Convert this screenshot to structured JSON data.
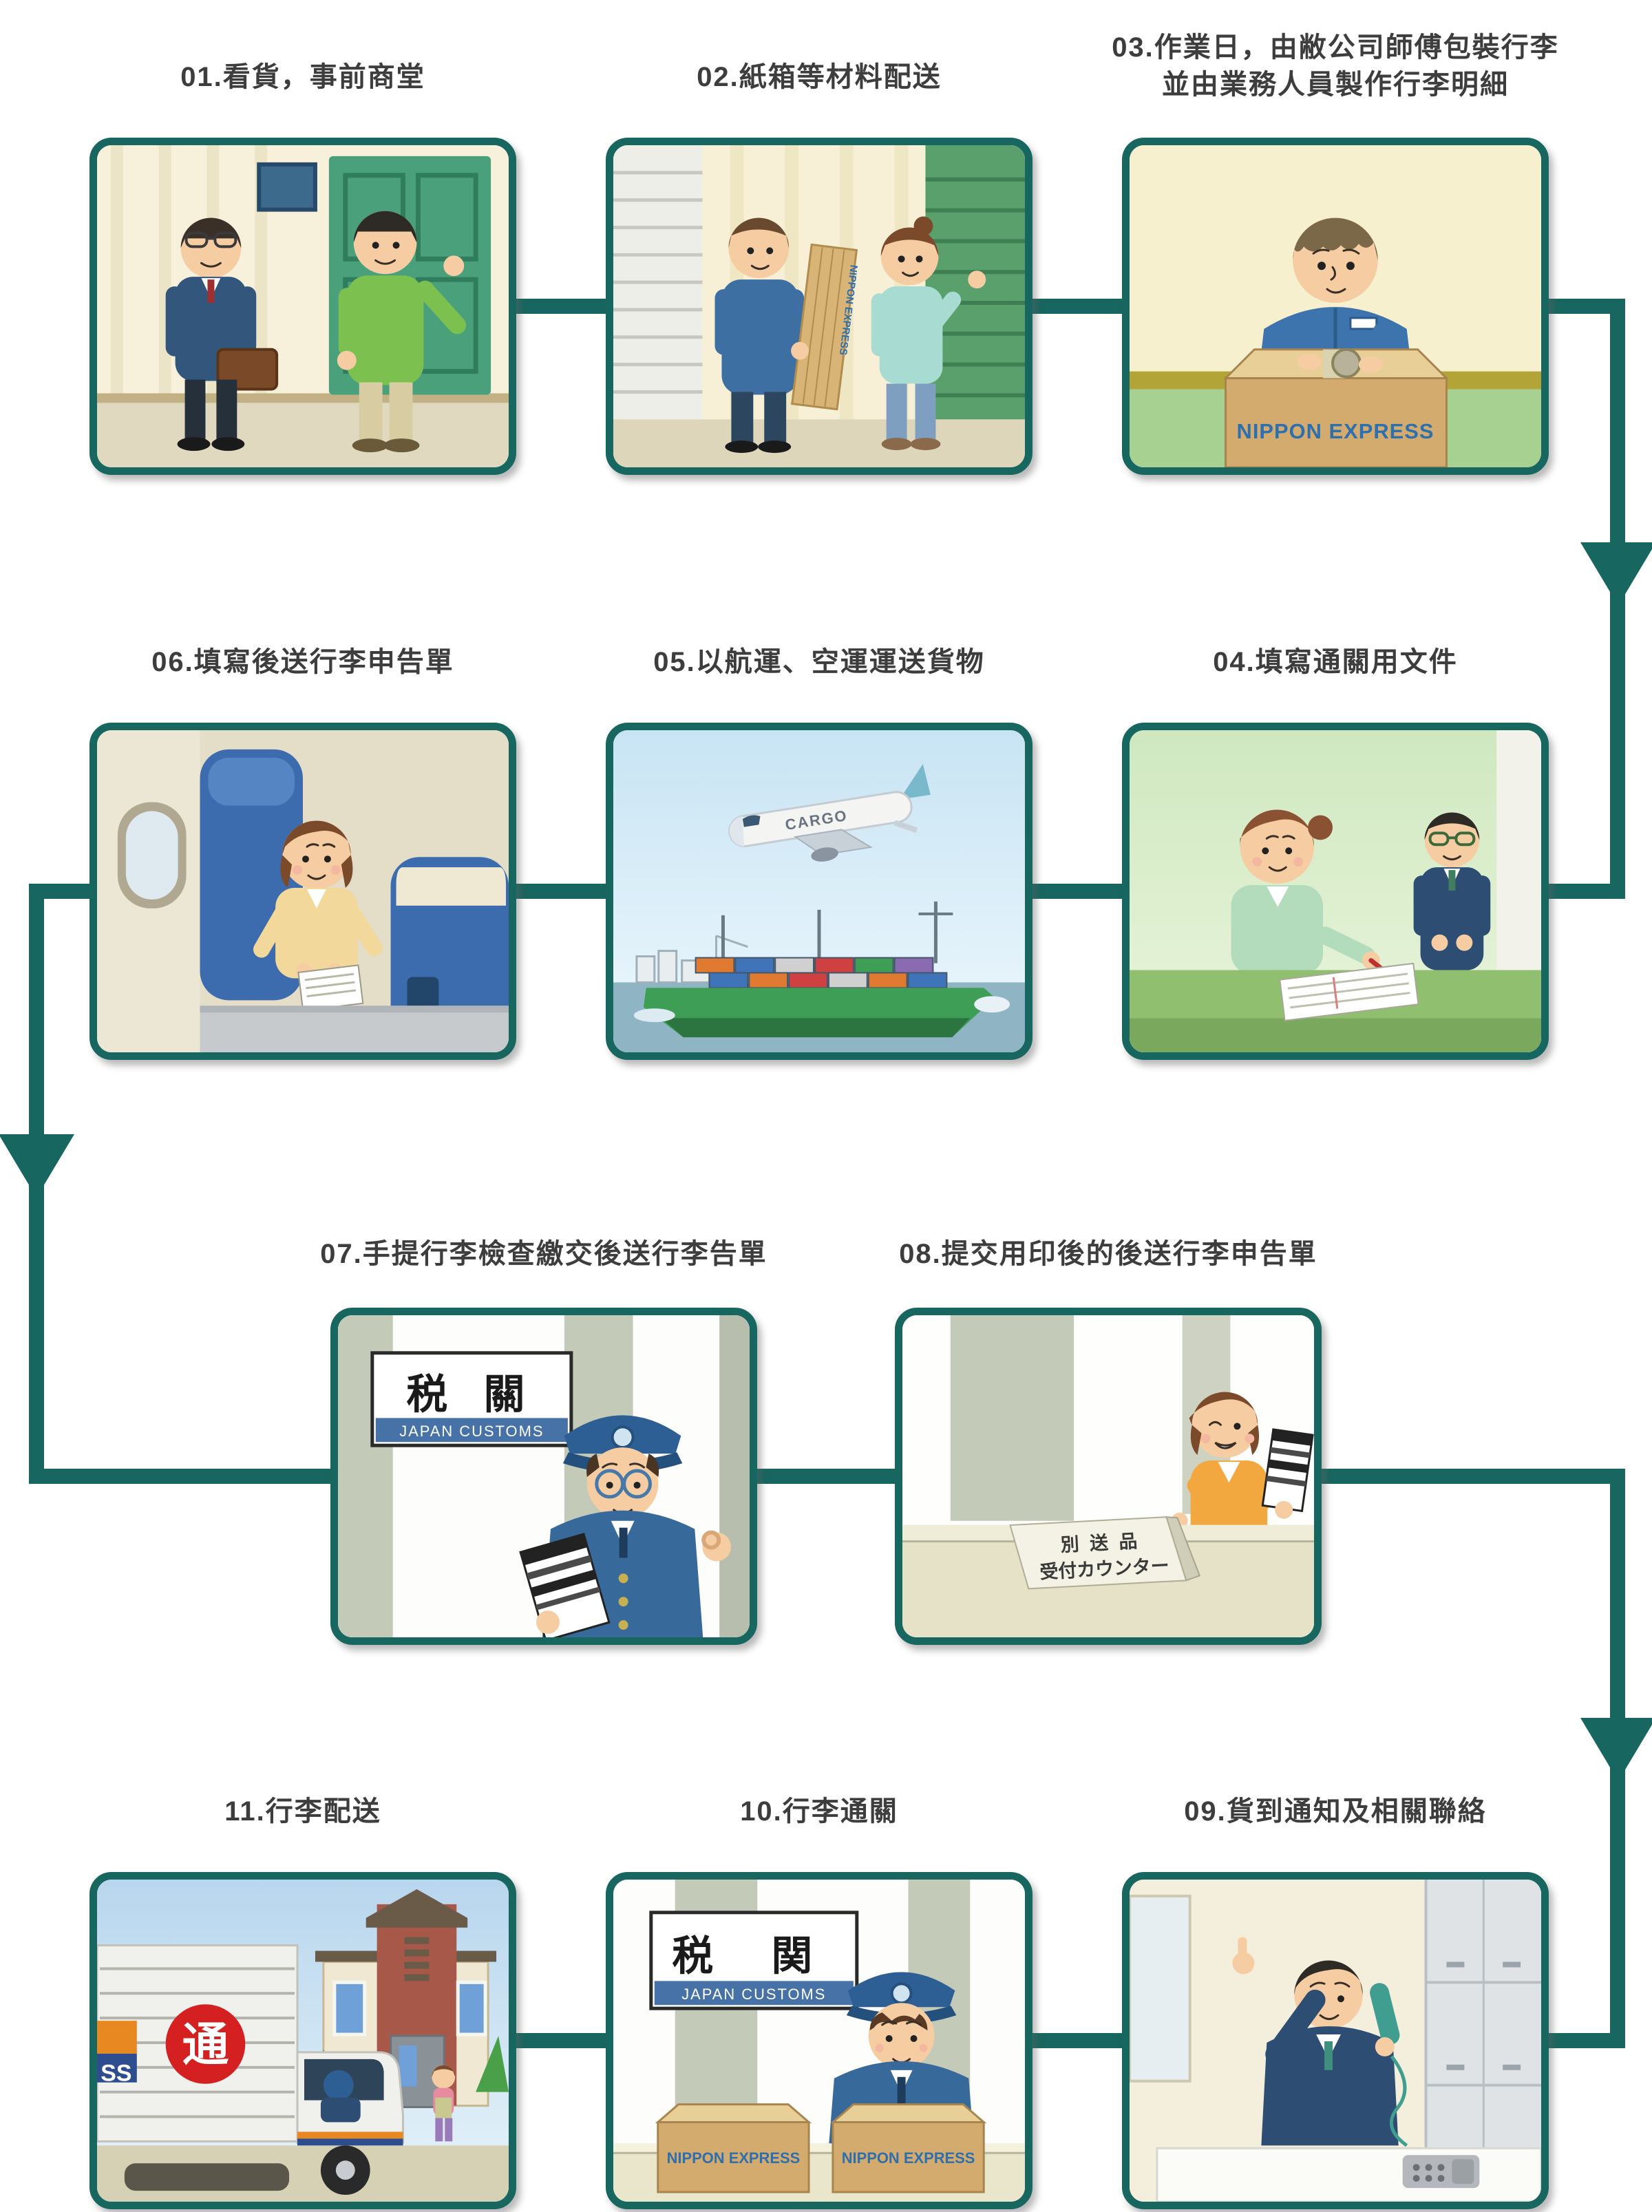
{
  "flow": {
    "connector_color": "#17665f",
    "steps": [
      {
        "num": "01",
        "label": "01.看貨，事前商堂"
      },
      {
        "num": "02",
        "label": "02.紙箱等材料配送"
      },
      {
        "num": "03",
        "label": "03.作業日，由敝公司師傅包裝行李",
        "label2": "並由業務人員製作行李明細"
      },
      {
        "num": "04",
        "label": "04.填寫通關用文件"
      },
      {
        "num": "05",
        "label": "05.以航運、空運運送貨物"
      },
      {
        "num": "06",
        "label": "06.填寫後送行李申告單"
      },
      {
        "num": "07",
        "label": "07.手提行李檢查繳交後送行李告單"
      },
      {
        "num": "08",
        "label": "08.提交用印後的後送行李申告單"
      },
      {
        "num": "09",
        "label": "09.貨到通知及相關聯絡"
      },
      {
        "num": "10",
        "label": "10.行李通關"
      },
      {
        "num": "11",
        "label": "11.行李配送"
      }
    ]
  },
  "texts": {
    "nippon_express": "NIPPON EXPRESS",
    "cargo": "CARGO",
    "customs_sign_tw": "税 關",
    "customs_sign_jp": "税 関",
    "japan_customs": "JAPAN CUSTOMS",
    "counter_sign_line1": "別 送 品",
    "counter_sign_line2": "受付カウンター",
    "nittsu_mark": "通",
    "truck_letters": "SS"
  },
  "colors": {
    "connector": "#17665f",
    "label_text": "#3d3d3d",
    "cardboard": "#d4ab6e",
    "uniform_blue": "#37699b"
  }
}
